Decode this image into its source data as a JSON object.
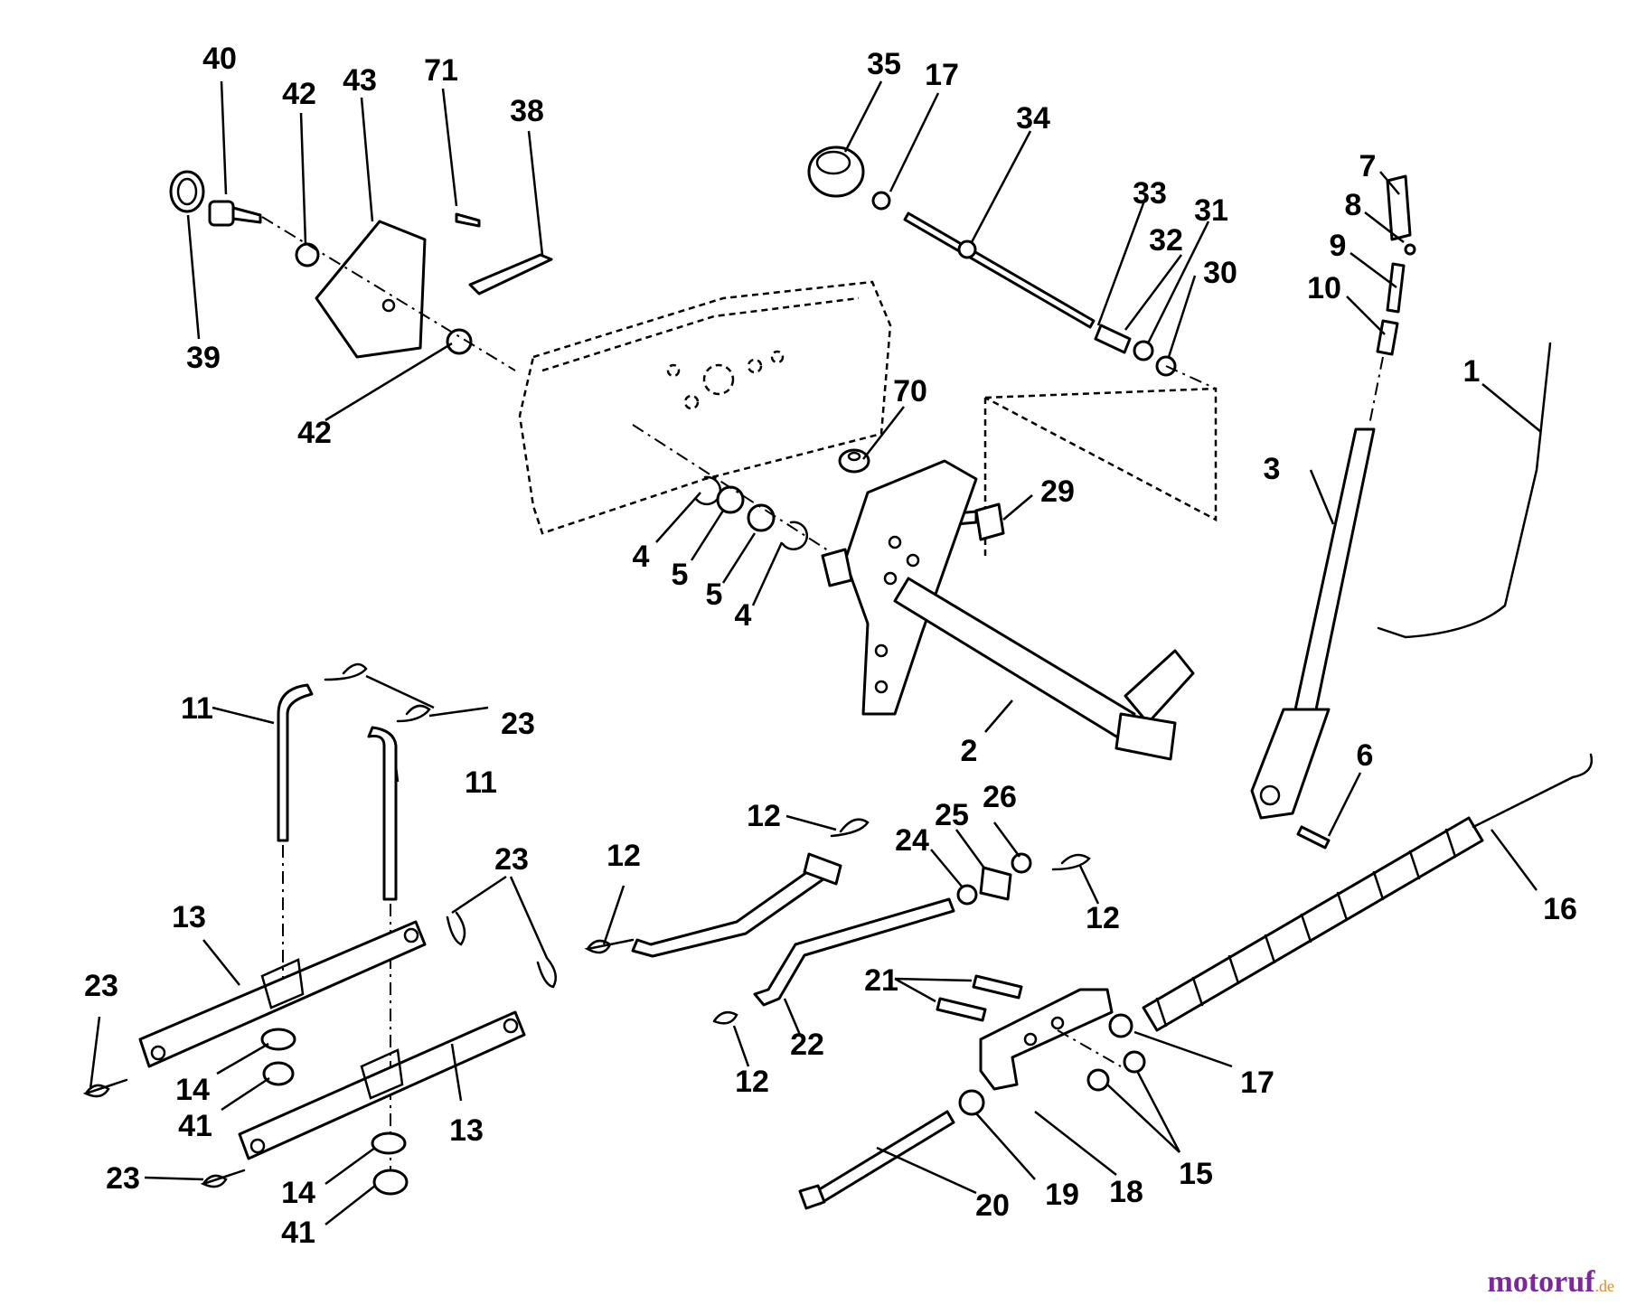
{
  "diagram": {
    "callouts": [
      "40",
      "42",
      "43",
      "71",
      "38",
      "39",
      "42",
      "35",
      "17",
      "34",
      "33",
      "32",
      "31",
      "30",
      "7",
      "8",
      "9",
      "10",
      "1",
      "70",
      "29",
      "3",
      "4",
      "5",
      "5",
      "4",
      "2",
      "6",
      "11",
      "23",
      "11",
      "23",
      "13",
      "23",
      "14",
      "41",
      "13",
      "23",
      "14",
      "41",
      "12",
      "12",
      "24",
      "25",
      "26",
      "12",
      "16",
      "21",
      "22",
      "12",
      "17",
      "15",
      "20",
      "19",
      "18"
    ]
  },
  "watermark": {
    "main": "motoruf",
    "suffix": ".de"
  },
  "colors": {
    "line": "#000000",
    "background": "#ffffff",
    "watermark_main": "#7a2a9b",
    "watermark_suffix": "#e0892a"
  }
}
